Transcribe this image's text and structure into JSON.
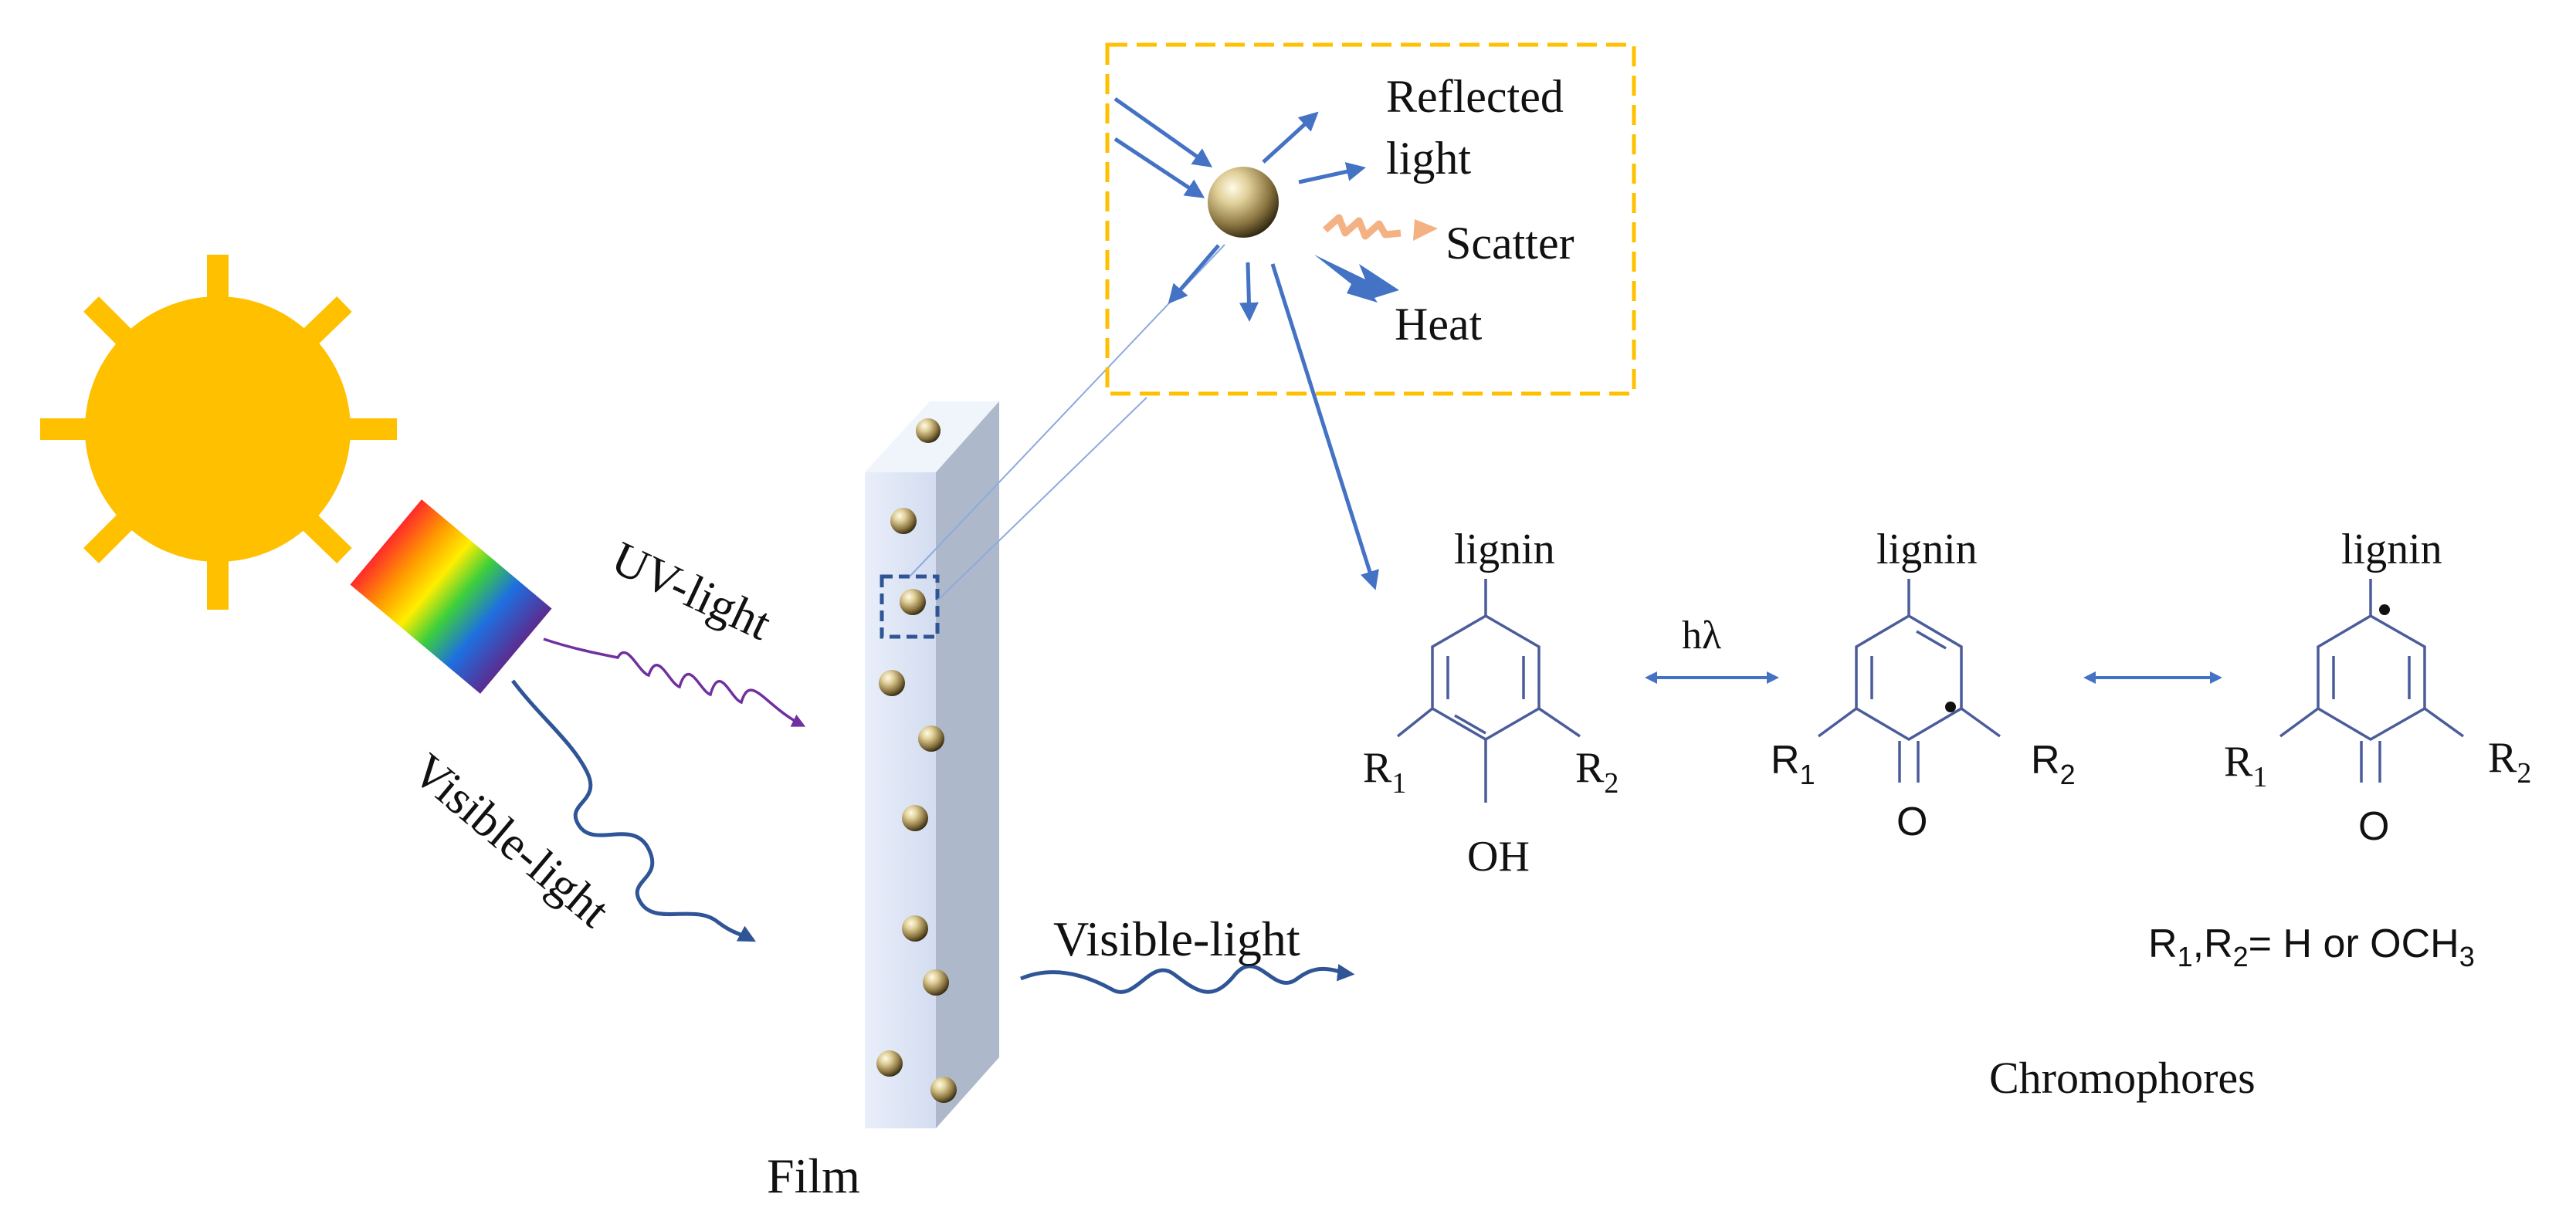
{
  "labels": {
    "uv_light": "UV-light",
    "visible_light_in": "Visible-light",
    "visible_light_out": "Visible-light",
    "film": "Film",
    "reflected_light_1": "Reflected",
    "reflected_light_2": "light",
    "scatter": "Scatter",
    "heat": "Heat",
    "h_lambda": "hλ",
    "chromophores": "Chromophores"
  },
  "structures": {
    "s1": {
      "top": "lignin",
      "r1": "R",
      "r1_sub": "1",
      "r2": "R",
      "r2_sub": "2",
      "bottom": "OH"
    },
    "s2": {
      "top": "lignin",
      "r1": "R",
      "r1_sub": "1",
      "r2": "R",
      "r2_sub": "2",
      "bottom": "O"
    },
    "s3": {
      "top": "lignin",
      "r1": "R",
      "r1_sub": "1",
      "r2": "R",
      "r2_sub": "2",
      "bottom": "O"
    }
  },
  "substituents": {
    "r_part1": "R",
    "sub1": "1",
    "r_part2": ",R",
    "sub2": "2",
    "eq": "= H or OCH",
    "sub3": "3"
  },
  "colors": {
    "sun": "#FFC000",
    "arrow_blue": "#4472C4",
    "wave_purple": "#7030A0",
    "wave_navy": "#2F5597",
    "scatter_orange": "#F4B183",
    "inset_border": "#FFC000",
    "film_face": "#DAE3F3",
    "film_side": "#ADB9CA"
  }
}
